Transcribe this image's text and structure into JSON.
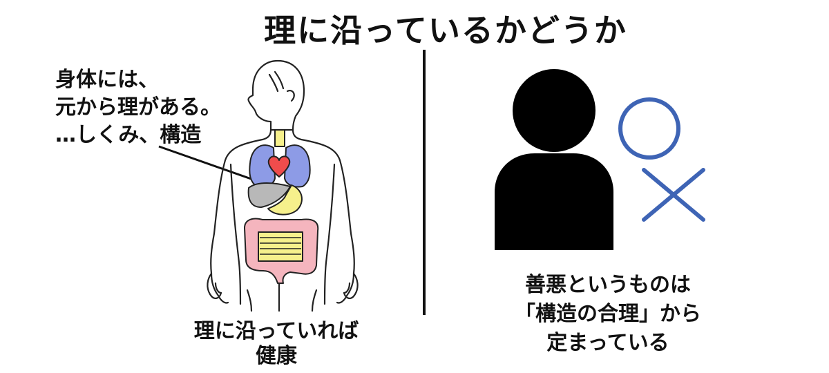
{
  "title": "理に沿っているかどうか",
  "callout": {
    "lines": [
      "身体には、",
      "元から理がある。",
      "…しくみ、構造"
    ]
  },
  "left_caption": {
    "lines": [
      "理に沿っていれば",
      "健康"
    ]
  },
  "right_caption": {
    "lines": [
      "善悪というものは",
      "「構造の合理」から",
      "定まっている"
    ]
  },
  "colors": {
    "lungs": "#8D9BE6",
    "heart": "#F04C4C",
    "liver": "#B8B8B8",
    "stomach": "#F6F08C",
    "small_intestine": "#F6F08C",
    "large_intestine": "#F5B5BE",
    "circle": "#3E64B5",
    "cross": "#3E64B5",
    "person_silhouette": "#000000"
  },
  "icons": {
    "circle": "circle-correct-icon",
    "cross": "cross-wrong-icon",
    "person": "person-silhouette-icon",
    "body": "human-body-anatomy-icon"
  }
}
